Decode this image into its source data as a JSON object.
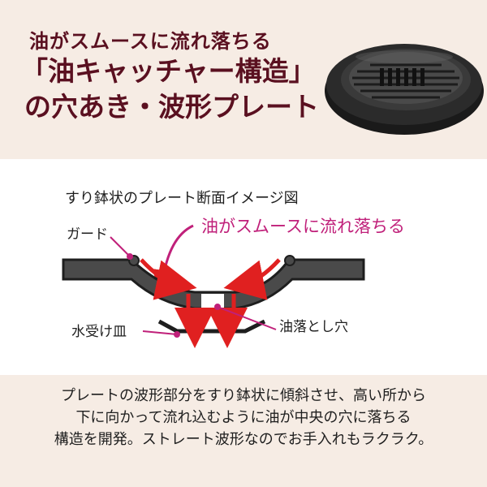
{
  "header": {
    "subtitle": "油がスムースに流れ落ちる",
    "title_line1": "「油キャッチャー構造」",
    "title_line2": "の穴あき・波形プレート"
  },
  "diagram": {
    "title": "すり鉢状のプレート断面イメージ図",
    "flow_label": "油がスムースに流れ落ちる",
    "label_guard": "ガード",
    "label_tray": "水受け皿",
    "label_hole": "油落とし穴"
  },
  "description": {
    "line1": "プレートの波形部分をすり鉢状に傾斜させ、高い所から",
    "line2": "下に向かって流れ込むように油が中央の穴に落ちる",
    "line3": "構造を開発。ストレート波形なのでお手入れもラクラク。"
  },
  "colors": {
    "accent_red": "#e02020",
    "label_magenta": "#c0207a",
    "headline": "#5a1020",
    "background": "#f6ece4"
  }
}
